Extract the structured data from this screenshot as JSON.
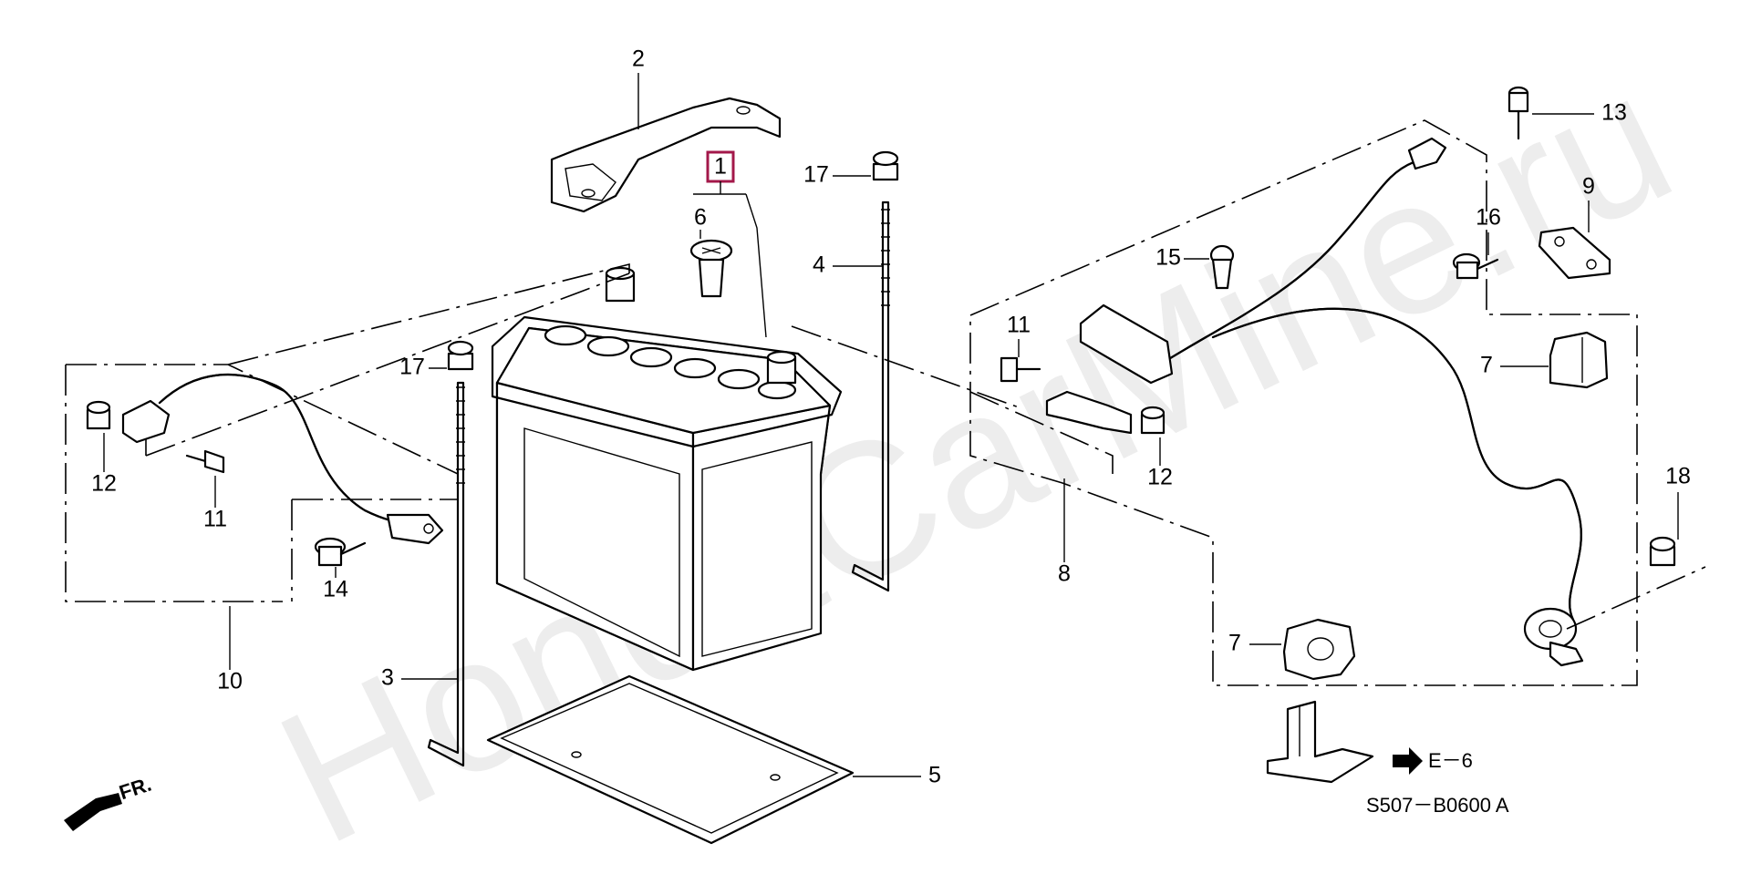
{
  "watermark": "HondaCarMine.ru",
  "diagram_code": "S507－B0600 A",
  "reference": {
    "arrow_label": "E－6"
  },
  "front_indicator": "FR.",
  "highlight_color": "#a3184a",
  "callouts": {
    "c1": "1",
    "c2": "2",
    "c3": "3",
    "c4": "4",
    "c5": "5",
    "c6": "6",
    "c7a": "7",
    "c7b": "7",
    "c8": "8",
    "c9": "9",
    "c10": "10",
    "c11a": "11",
    "c11b": "11",
    "c12a": "12",
    "c12b": "12",
    "c13": "13",
    "c14": "14",
    "c15": "15",
    "c16": "16",
    "c17a": "17",
    "c17b": "17",
    "c18": "18"
  }
}
